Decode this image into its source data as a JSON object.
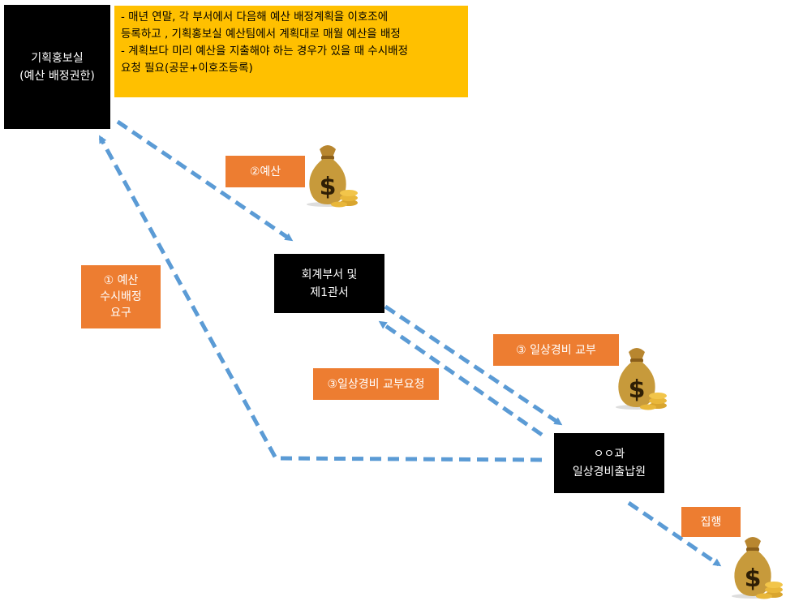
{
  "nodes": {
    "planning": {
      "line1": "기획홍보실",
      "line2": "(예산 배정권한)"
    },
    "accounting": {
      "line1": "회계부서 및",
      "line2": "제1관서"
    },
    "dept": {
      "line1": "ㅇㅇ과",
      "line2": "일상경비출납원"
    }
  },
  "note": {
    "line1": "- 매년 연말, 각 부서에서  다음해 예산 배정계획을 이호조에",
    "line2": "등록하고 , 기획홍보실 예산팀에서 계획대로 매월 예산을 배정",
    "line3": "- 계획보다 미리 예산을 지출해야 하는 경우가 있을 때 수시배정",
    "line4": "요청 필요(공문+이호조등록)"
  },
  "labels": {
    "budget": "②예산",
    "request": {
      "line1": "① 예산",
      "line2": "수시배정",
      "line3": "요구"
    },
    "issue": "③ 일상경비 교부",
    "issue_request": "③일상경비 교부요청",
    "execute": "집행"
  },
  "colors": {
    "arrow": "#5B9BD5",
    "orange": "#ED7D31",
    "note": "#FFC000",
    "node": "#000000",
    "bag": "#C79A3B",
    "coin": "#E9B73A"
  },
  "icons": [
    "money-bag-icon"
  ]
}
